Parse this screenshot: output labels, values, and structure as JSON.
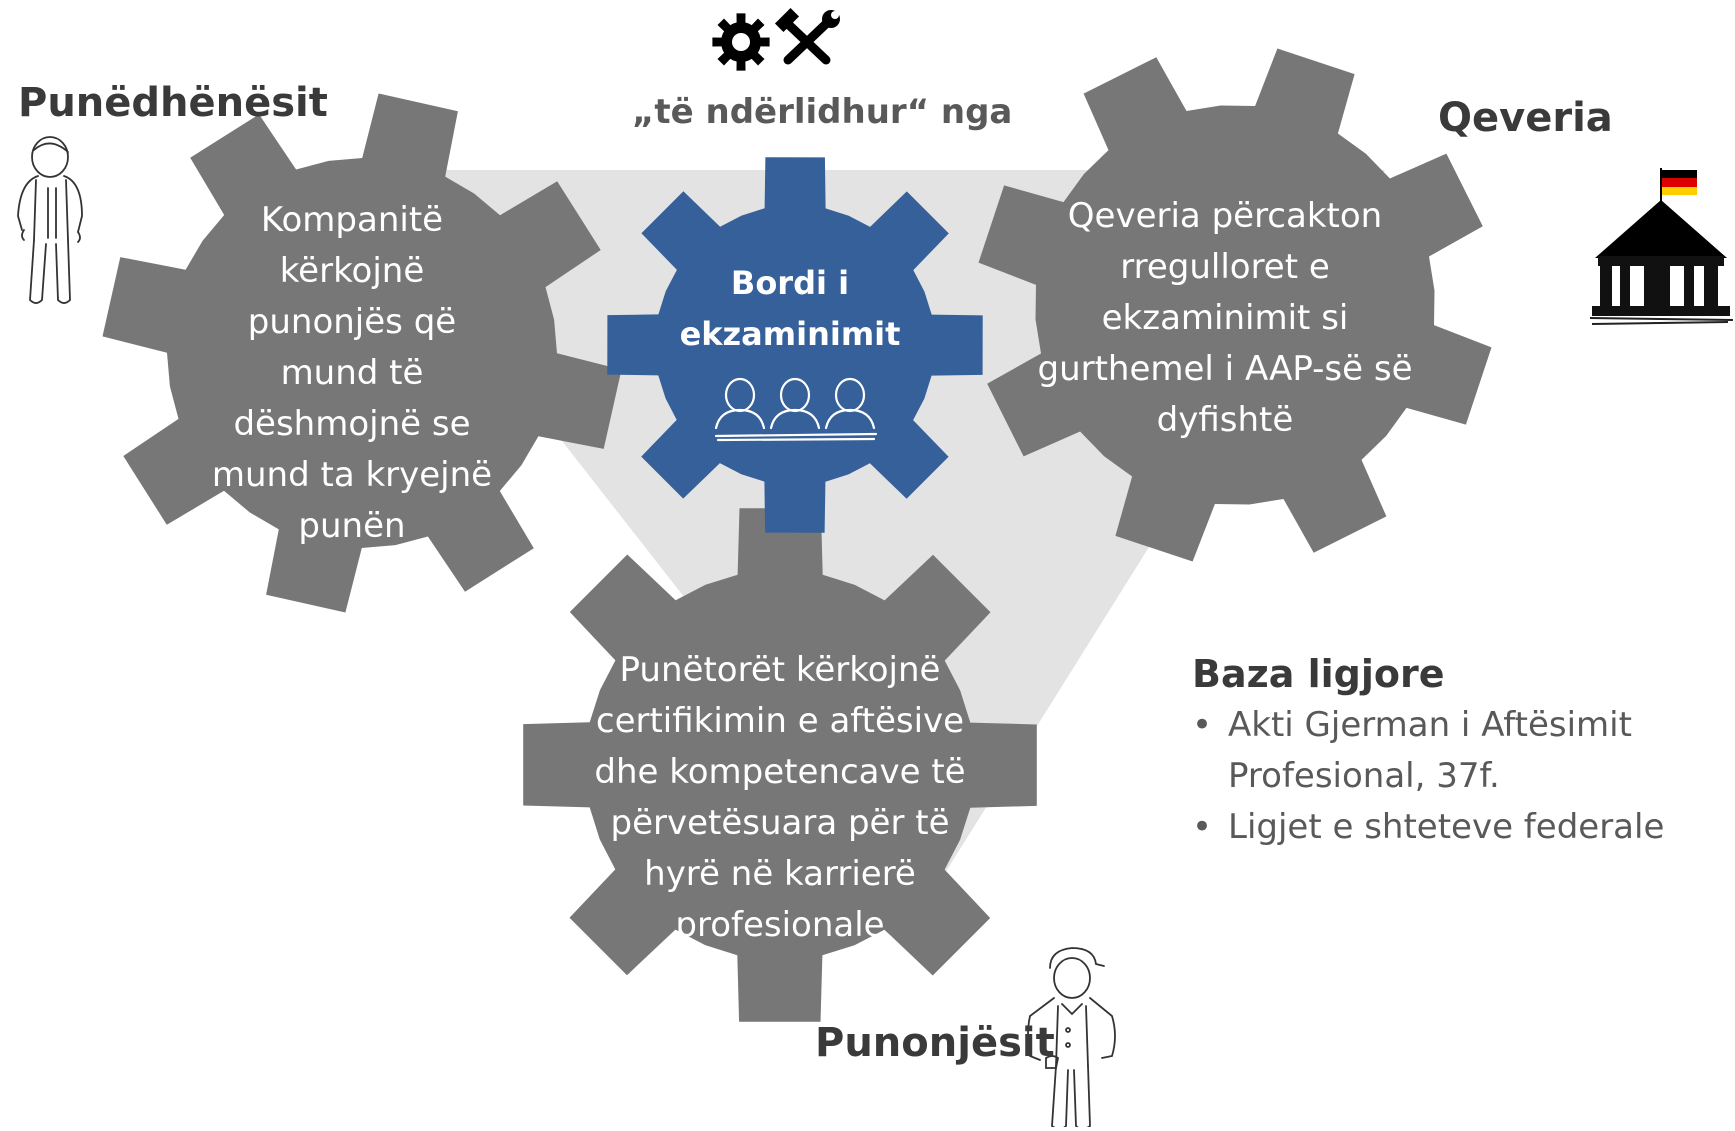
{
  "labels": {
    "employers": "Punëdhënësit",
    "government": "Qeveria",
    "employees": "Punonjësit",
    "connected_by": "„të ndërlidhur“ nga"
  },
  "gears": {
    "employers": [
      "Kompanitë",
      "kërkojnë",
      "punonjës që",
      "mund të",
      "dëshmojnë se",
      "mund ta kryejnë",
      "punën"
    ],
    "government": [
      "Qeveria përcakton",
      "rregulloret e",
      "ekzaminimit si",
      "gurthemel i AAP-së së",
      "dyfishtë"
    ],
    "workers": [
      "Punëtorët kërkojnë",
      "certifikimin e aftësive",
      "dhe kompetencave të",
      "përvetësuara për të",
      "hyrë në karrierë",
      "profesionale"
    ],
    "board": [
      "Bordi i",
      "ekzaminimit"
    ]
  },
  "legal": {
    "title": "Baza ligjore",
    "items": [
      "Akti Gjerman i Aftësimit Profesional, 37f.",
      "Ligjet e shteteve federale"
    ]
  },
  "icons": {
    "tools": "gear-and-tools-icon",
    "employer": "person-sketch-icon",
    "government": "government-building-flag-icon",
    "worker": "worker-sketch-icon",
    "board": "people-at-table-icon"
  },
  "colors": {
    "gear_gray": "#777777",
    "board_blue": "#35609A",
    "triangle": "#E3E3E3",
    "label_dark": "#3A3A3A",
    "flag_black": "#000000",
    "flag_red": "#DD0000",
    "flag_gold": "#FFCE00"
  }
}
